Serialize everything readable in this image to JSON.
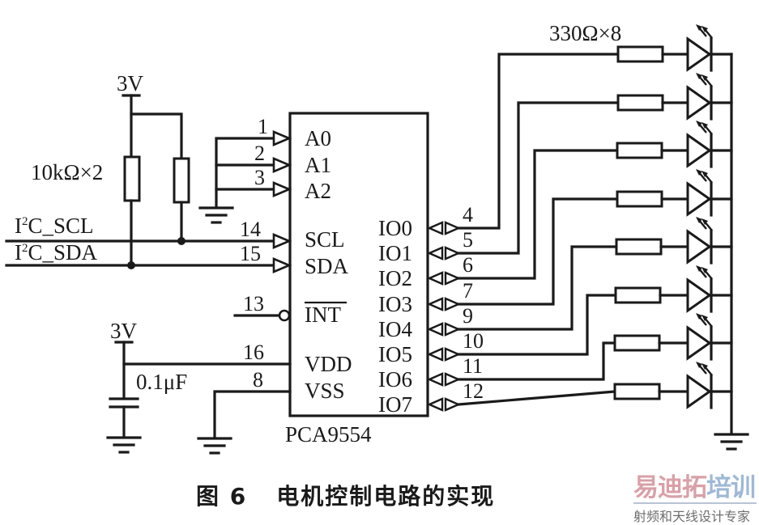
{
  "figure": {
    "caption_number": "图 6",
    "caption_title": "电机控制电路的实现"
  },
  "power": {
    "top_supply": "3V",
    "bottom_supply": "3V"
  },
  "components": {
    "pullup_resistors": "10kΩ×2",
    "led_resistors": "330Ω×8",
    "capacitor": "0.1μF"
  },
  "signals": {
    "scl": {
      "base": "I",
      "sup": "2",
      "rest": "C_SCL"
    },
    "sda": {
      "base": "I",
      "sup": "2",
      "rest": "C_SDA"
    }
  },
  "chip": {
    "name": "PCA9554",
    "left_pins": [
      {
        "pin": "1",
        "name": "A0"
      },
      {
        "pin": "2",
        "name": "A1"
      },
      {
        "pin": "3",
        "name": "A2"
      },
      {
        "pin": "14",
        "name": "SCL"
      },
      {
        "pin": "15",
        "name": "SDA"
      },
      {
        "pin": "13",
        "name": "INT"
      },
      {
        "pin": "16",
        "name": "VDD"
      },
      {
        "pin": "8",
        "name": "VSS"
      }
    ],
    "io_pins": [
      {
        "pin": "4",
        "name": "IO0"
      },
      {
        "pin": "5",
        "name": "IO1"
      },
      {
        "pin": "6",
        "name": "IO2"
      },
      {
        "pin": "7",
        "name": "IO3"
      },
      {
        "pin": "9",
        "name": "IO4"
      },
      {
        "pin": "10",
        "name": "IO5"
      },
      {
        "pin": "11",
        "name": "IO6"
      },
      {
        "pin": "12",
        "name": "IO7"
      }
    ]
  },
  "led_count": 8,
  "watermark": {
    "brand_part1": "易迪拓",
    "brand_part2": "培训",
    "tagline": "射频和天线设计专家",
    "color_part1": "#d9a0a8",
    "color_part2": "#9fb8d6"
  }
}
